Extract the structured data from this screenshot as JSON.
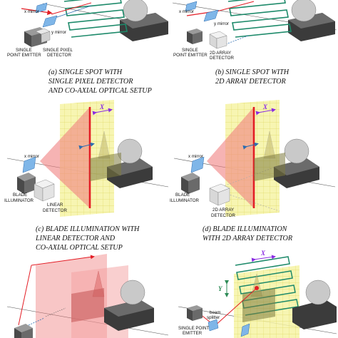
{
  "colors": {
    "screen": "#f6f3a4",
    "screen_grid": "#e3dd70",
    "scan_path": "#1d8a6a",
    "beam": "#e31d25",
    "blade_fill": "#f08080",
    "mirror": "#7fb6e8",
    "box_dark": "#3a3a3a",
    "axis_x": "#8a2be2",
    "axis_y": "#2e8b57"
  },
  "icons": [
    "x-mirror-icon",
    "y-mirror-icon",
    "beam-splitter-icon",
    "emitter-box-icon",
    "detector-box-icon"
  ],
  "panel_a": {
    "x_mirror": "x mirror",
    "y_mirror": "y mirror",
    "emitter_1": "SINGLE",
    "emitter_2": "POINT EMITTER",
    "detector_1": "SINGLE PIXEL",
    "detector_2": "DETECTOR",
    "caption_1": "(a) SINGLE SPOT WITH",
    "caption_2": "SINGLE PIXEL DETECTOR",
    "caption_3": "AND CO-AXIAL OPTICAL SETUP"
  },
  "panel_b": {
    "x_mirror": "x mirror",
    "y_mirror": "y mirror",
    "emitter_1": "SINGLE",
    "emitter_2": "POINT EMITTER",
    "detector_1": "2D ARRAY",
    "detector_2": "DETECTOR",
    "caption_1": "(b) SINGLE SPOT WITH",
    "caption_2": "2D ARRAY DETECTOR"
  },
  "panel_c": {
    "axis_label": "X",
    "x_mirror": "x mirror",
    "illuminator_1": "BLADE",
    "illuminator_2": "ILLUMINATOR",
    "detector_1": "LINEAR",
    "detector_2": "DETECTOR",
    "caption_1": "(c) BLADE ILLUMINATION WITH",
    "caption_2": "LINEAR DETECTOR AND",
    "caption_3": "CO-AXIAL OPTICAL SETUP"
  },
  "panel_d": {
    "axis_label": "X",
    "x_mirror": "x mirror",
    "illuminator_1": "BLADE",
    "illuminator_2": "ILLUMINATOR",
    "detector_1": "2D ARRAY",
    "detector_2": "DETECTOR",
    "caption_1": "(d) BLADE ILLUMINATION",
    "caption_2": "WITH 2D ARRAY DETECTOR"
  },
  "panel_f": {
    "axis_x": "X",
    "axis_y": "Y",
    "emitter_1": "SINGLE POINT",
    "emitter_2": "EMITTER",
    "splitter_1": "beam",
    "splitter_2": "splitter"
  }
}
